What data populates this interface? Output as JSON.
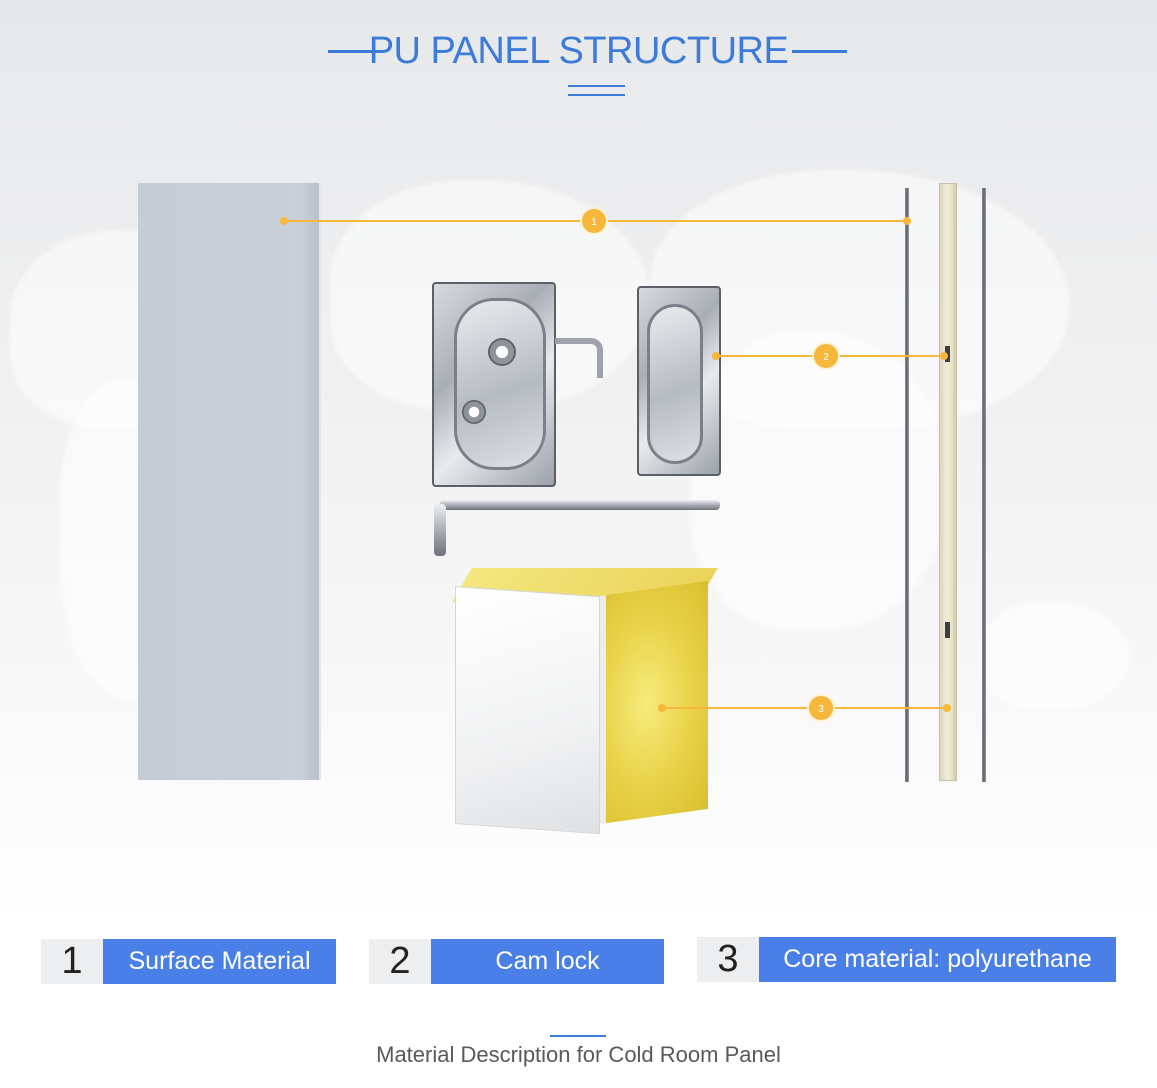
{
  "header": {
    "title": "PU PANEL STRUCTURE"
  },
  "markers": [
    {
      "number": "1"
    },
    {
      "number": "2"
    },
    {
      "number": "3"
    }
  ],
  "legend": [
    {
      "number": "1",
      "label": "Surface Material"
    },
    {
      "number": "2",
      "label": "Cam lock"
    },
    {
      "number": "3",
      "label": "Core material: polyurethane"
    }
  ],
  "caption": "Material Description for Cold Room Panel",
  "colors": {
    "accent": "#3d7bd8",
    "legend_label_bg": "#4a7fe8",
    "connector": "#f6b73c",
    "surface_panel": "#c6cdd7",
    "core_foam": "#e9d34a"
  }
}
